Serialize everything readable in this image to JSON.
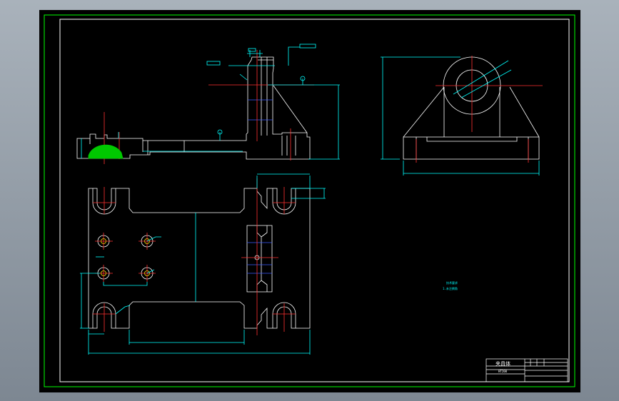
{
  "colors": {
    "background": "#000000",
    "outline": "#ffffff",
    "dimension": "#00ffff",
    "centerline": "#ff3030",
    "hidden": "#3a5cff",
    "frame": "#00ff00",
    "hole": "#ffff00",
    "section_fill": "#00c800"
  },
  "annotations": {
    "note_line1": "技术要求",
    "note_line2": "1.未注倒角"
  },
  "title_block": {
    "title": "夹具体",
    "material": "HT200"
  }
}
